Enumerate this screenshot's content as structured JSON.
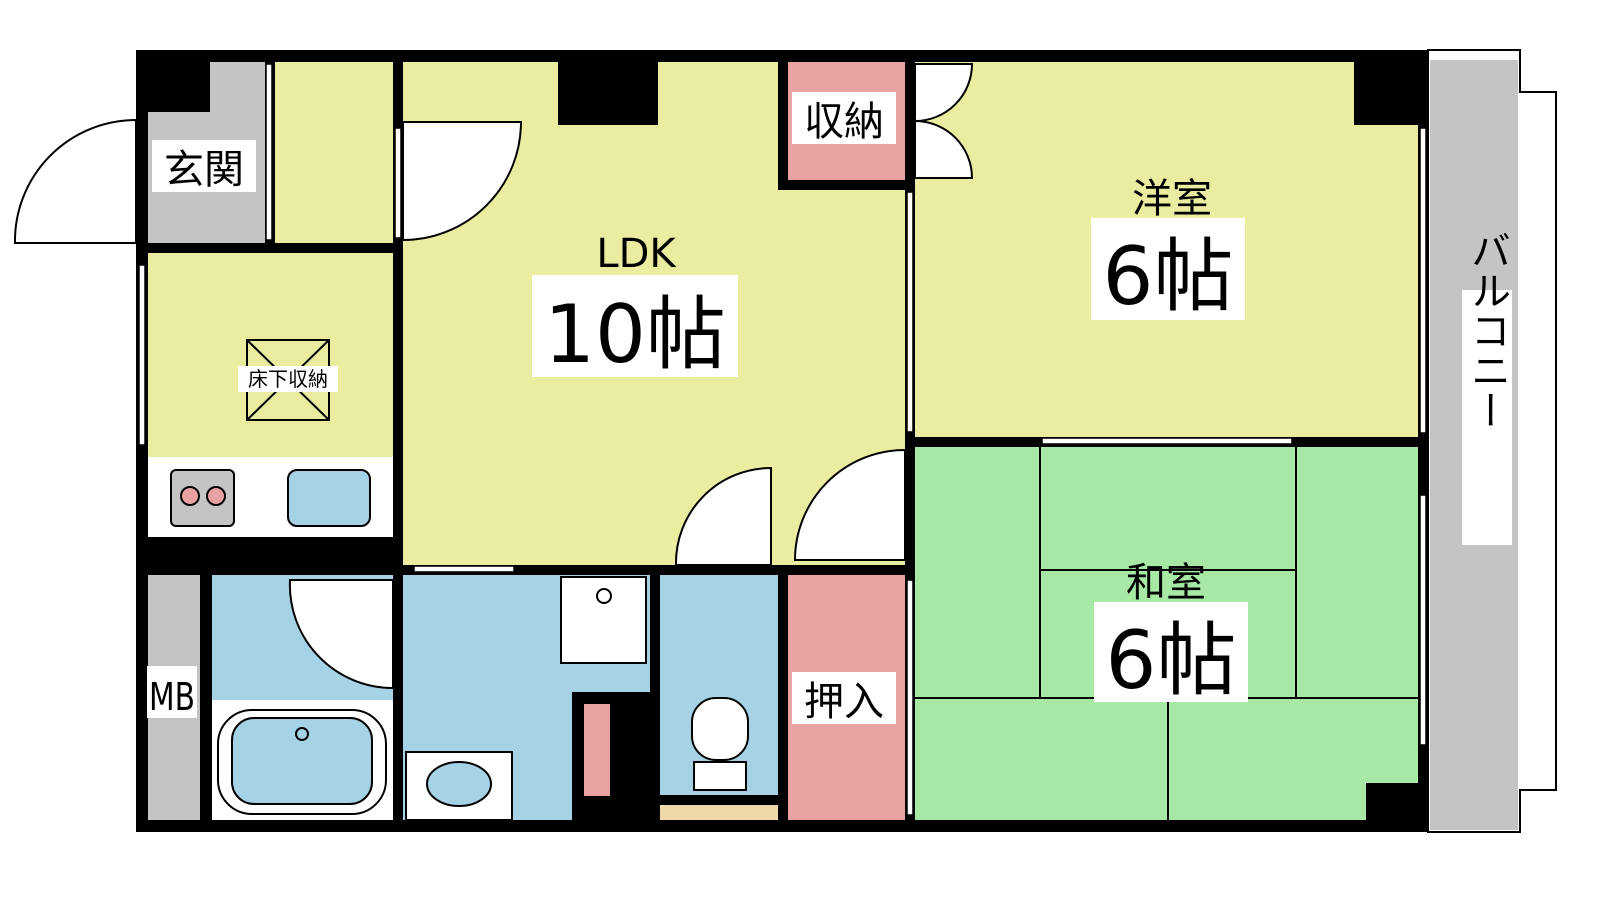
{
  "rooms": {
    "entrance": "玄関",
    "ldk_name": "LDK",
    "ldk_size": "10帖",
    "storage": "収納",
    "western_name": "洋室",
    "western_size": "6帖",
    "japanese_name": "和室",
    "japanese_size": "6帖",
    "underfloor": "床下収納",
    "closet": "押入",
    "mb": "MB",
    "balcony": "バルコニー"
  },
  "colors": {
    "wall": "#000000",
    "yellow": "#eaeca0",
    "green": "#a6e8a4",
    "blue": "#a6d2e6",
    "pink": "#e8a2a2",
    "gray": "#c4c4c4"
  }
}
